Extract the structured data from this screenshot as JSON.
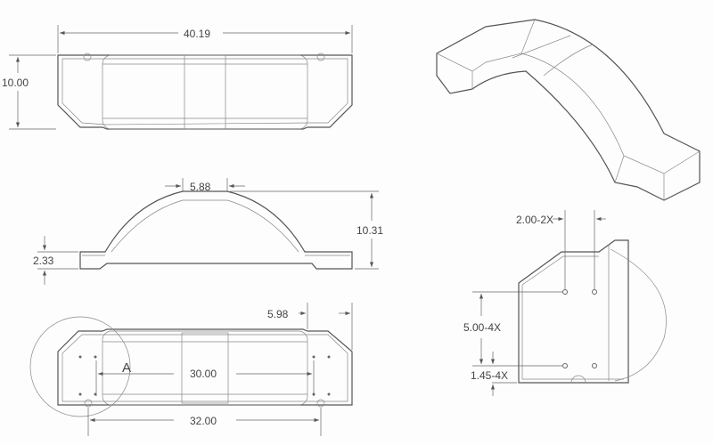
{
  "drawing": {
    "top_view": {
      "width_dim": "40.19",
      "depth_dim": "10.00"
    },
    "side_view": {
      "top_dim": "5.88",
      "height_dim": "10.31",
      "flange_dim": "2.33"
    },
    "bottom_view": {
      "end_dim": "5.98",
      "hole_span_dim": "30.00",
      "slot_span_dim": "32.00",
      "detail_label": "A"
    },
    "detail_view": {
      "hole_x_dim": "2.00-2X",
      "hole_y_dim": "5.00-4X",
      "edge_dim": "1.45-4X"
    }
  }
}
